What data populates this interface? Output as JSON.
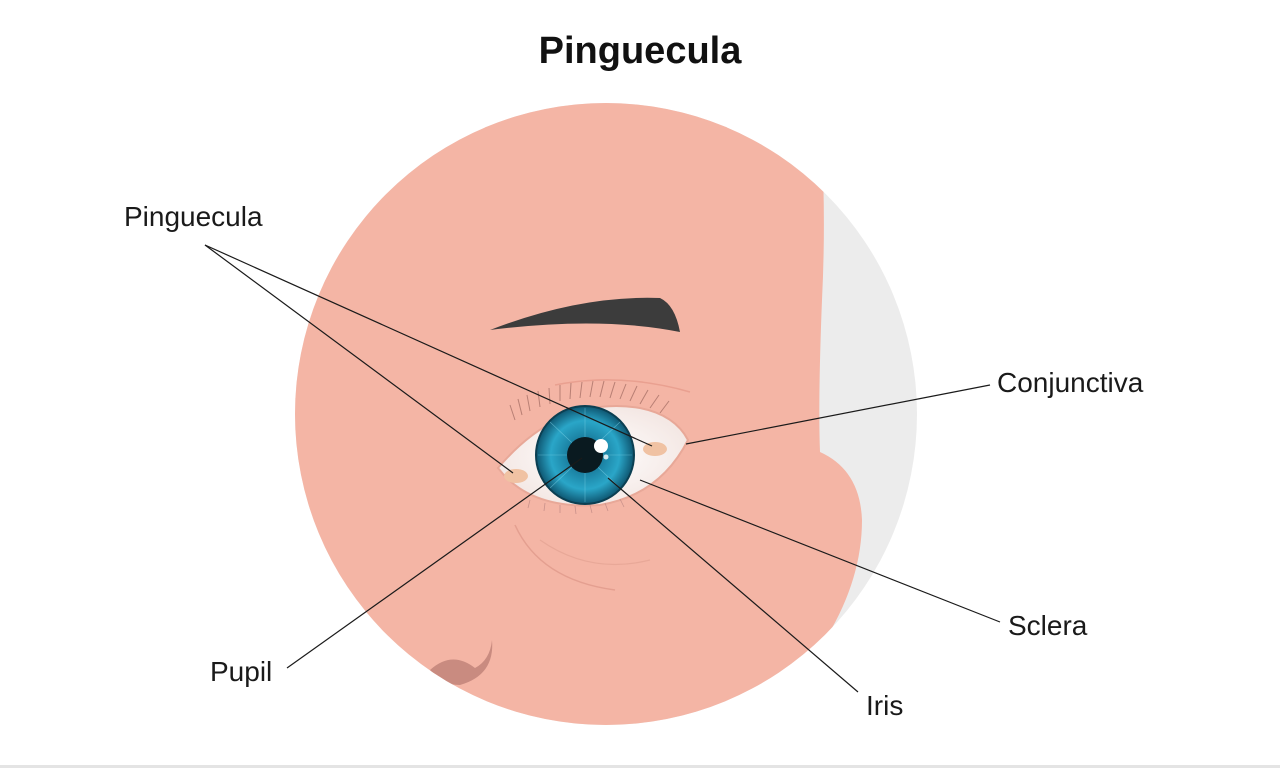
{
  "diagram": {
    "title": "Pinguecula",
    "labels": {
      "pinguecula": "Pinguecula",
      "conjunctiva": "Conjunctiva",
      "sclera": "Sclera",
      "pupil": "Pupil",
      "iris": "Iris"
    }
  },
  "colors": {
    "skin": "#f4b5a5",
    "background_circle": "#ececec",
    "iris": "#1b8fb0",
    "eyebrow": "#3c3c3c",
    "leader_line": "#1a1a1a"
  }
}
